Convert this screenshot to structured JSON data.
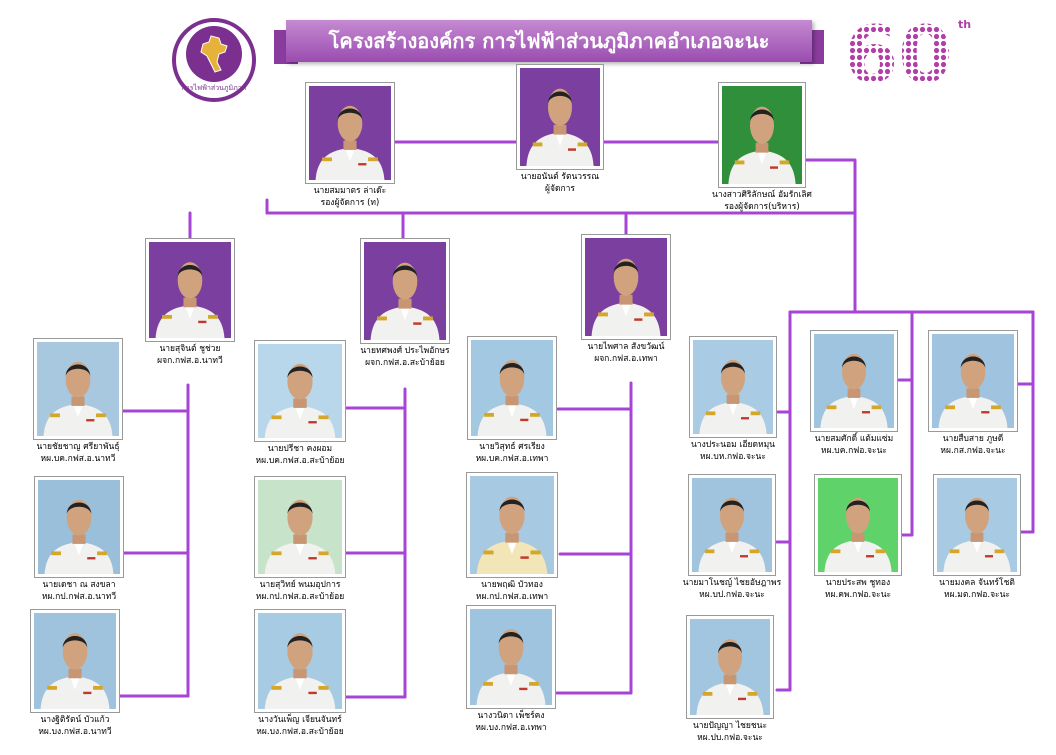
{
  "title": "โครงสร้างองค์กร การไฟฟ้าส่วนภูมิภาคอำเภอจะนะ",
  "logo_text": "การไฟฟ้าส่วนภูมิภาค",
  "anniversary": {
    "number": "60",
    "suffix": "th"
  },
  "colors": {
    "accent": "#a744d6",
    "banner": "#a95bbf",
    "photo_bg": "#7b3fa0"
  },
  "people": [
    {
      "name": "นายอนันต์ รัตนวรรณ",
      "position": "ผู้จัดการ"
    },
    {
      "name": "นายสมมาตร ล่าเด๊ะ",
      "position": "รองผู้จัดการ (ท)"
    },
    {
      "name": "นางสาวศิริลักษณ์ อัมรักเลิศ",
      "position": "รองผู้จัดการ(บริหาร)"
    },
    {
      "name": "นายสุจินต์ ชูช่วย",
      "position": "ผจก.กฟส.อ.นาทวี"
    },
    {
      "name": "นายทศพงศ์ ประไพอักษร",
      "position": "ผจก.กฟส.อ.สะบ้าย้อย"
    },
    {
      "name": "นายไพศาล สังขวัฒน์",
      "position": "ผจก.กฟส.อ.เทพา"
    },
    {
      "name": "นายชัยชาญ ศรียาพันธุ์",
      "position": "หผ.บค.กฟส.อ.นาทวี"
    },
    {
      "name": "นายเดชา ณ สงขลา",
      "position": "หผ.กป.กฟส.อ.นาทวี"
    },
    {
      "name": "นางฐิติรัตน์ บัวแก้ว",
      "position": "หผ.บง.กฟส.อ.นาทวี"
    },
    {
      "name": "นายปรีชา คงผอม",
      "position": "หผ.บค.กฟส.อ.สะบ้าย้อย"
    },
    {
      "name": "นายสุวิทย์ พนมอุปการ",
      "position": "หผ.กป.กฟส.อ.สะบ้าย้อย"
    },
    {
      "name": "นางวันเพ็ญ เจียนจันทร์",
      "position": "หผ.บง.กฟส.อ.สะบ้าย้อย"
    },
    {
      "name": "นายวิสุทธ์ ศรเรียง",
      "position": "หผ.บค.กฟส.อ.เทพา"
    },
    {
      "name": "นายพฤฒิ บัวทอง",
      "position": "หผ.กป.กฟส.อ.เทพา"
    },
    {
      "name": "นางวนิดา เพ็ชร์คง",
      "position": "หผ.บง.กฟส.อ.เทพา"
    },
    {
      "name": "นางประนอม เอียดหมุน",
      "position": "หผ.บห.กฟอ.จะนะ"
    },
    {
      "name": "นายมาโนชญ์ ไชยอัษฎาพร",
      "position": "หผ.บป.กฟอ.จะนะ"
    },
    {
      "name": "นายปัญญา ไชยชนะ",
      "position": "หผ.ปบ.กฟอ.จะนะ"
    },
    {
      "name": "นายสมศักดิ์ แต้มแซ่ม",
      "position": "หผ.บค.กฟอ.จะนะ"
    },
    {
      "name": "นายประสพ ชูทอง",
      "position": "หผ.คพ.กฟอ.จะนะ"
    },
    {
      "name": "นายสืบสาย ภูษดี",
      "position": "หผ.กส.กฟอ.จะนะ"
    },
    {
      "name": "นายมงคล จันทร์โชติ",
      "position": "หผ.มต.กฟอ.จะนะ"
    }
  ]
}
